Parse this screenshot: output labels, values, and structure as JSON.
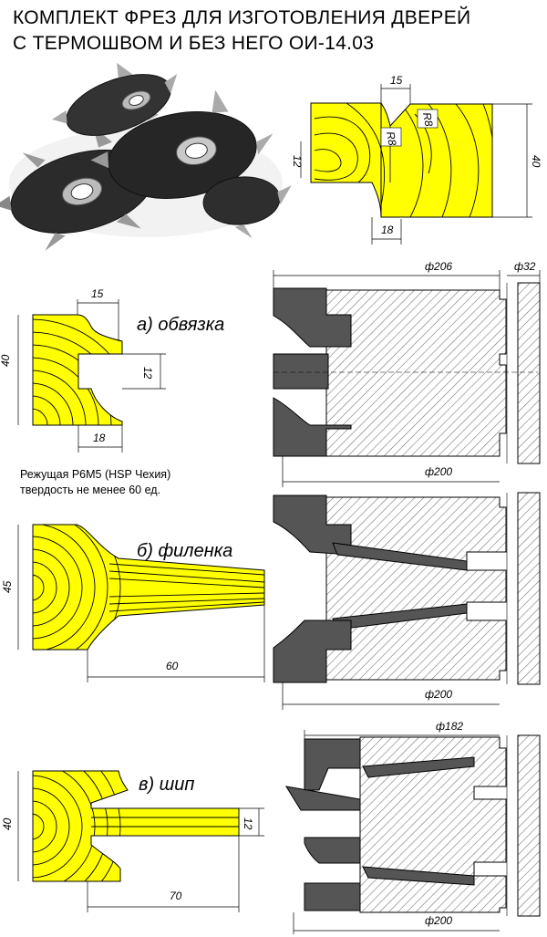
{
  "title": {
    "line1": "КОМПЛЕКТ ФРЕЗ ДЛЯ ИЗГОТОВЛЕНИЯ ДВЕРЕЙ",
    "line2": "С ТЕРМОШВОМ И БЕЗ НЕГО  ОИ-14.03"
  },
  "note": {
    "line1": "Режущая Р6М5 (HSP Чехия)",
    "line2": "твердость не менее 60 ед."
  },
  "joint": {
    "d_top": "15",
    "d_left": "12",
    "d_right": "40",
    "d_bottom": "18",
    "r1": "R8",
    "r2": "R8"
  },
  "profiles": {
    "a": {
      "caption": "а) обвязка",
      "d_top": "15",
      "d_left": "40",
      "d_groove": "12",
      "d_bottom": "18"
    },
    "b": {
      "caption": "б) филенка",
      "d_left": "45",
      "d_bottom": "60"
    },
    "c": {
      "caption": "в) шип",
      "d_left": "40",
      "d_tenon": "12",
      "d_bottom": "70"
    }
  },
  "cutters": {
    "a": {
      "d_top": "ф206",
      "d_bore": "ф32",
      "d_bottom": "ф200"
    },
    "b": {
      "d_bottom": "ф200"
    },
    "c": {
      "d_top": "ф182",
      "d_bottom": "ф200"
    }
  },
  "colors": {
    "wood": "#ffff00",
    "steel": "#555555",
    "hatch": "#666666"
  }
}
